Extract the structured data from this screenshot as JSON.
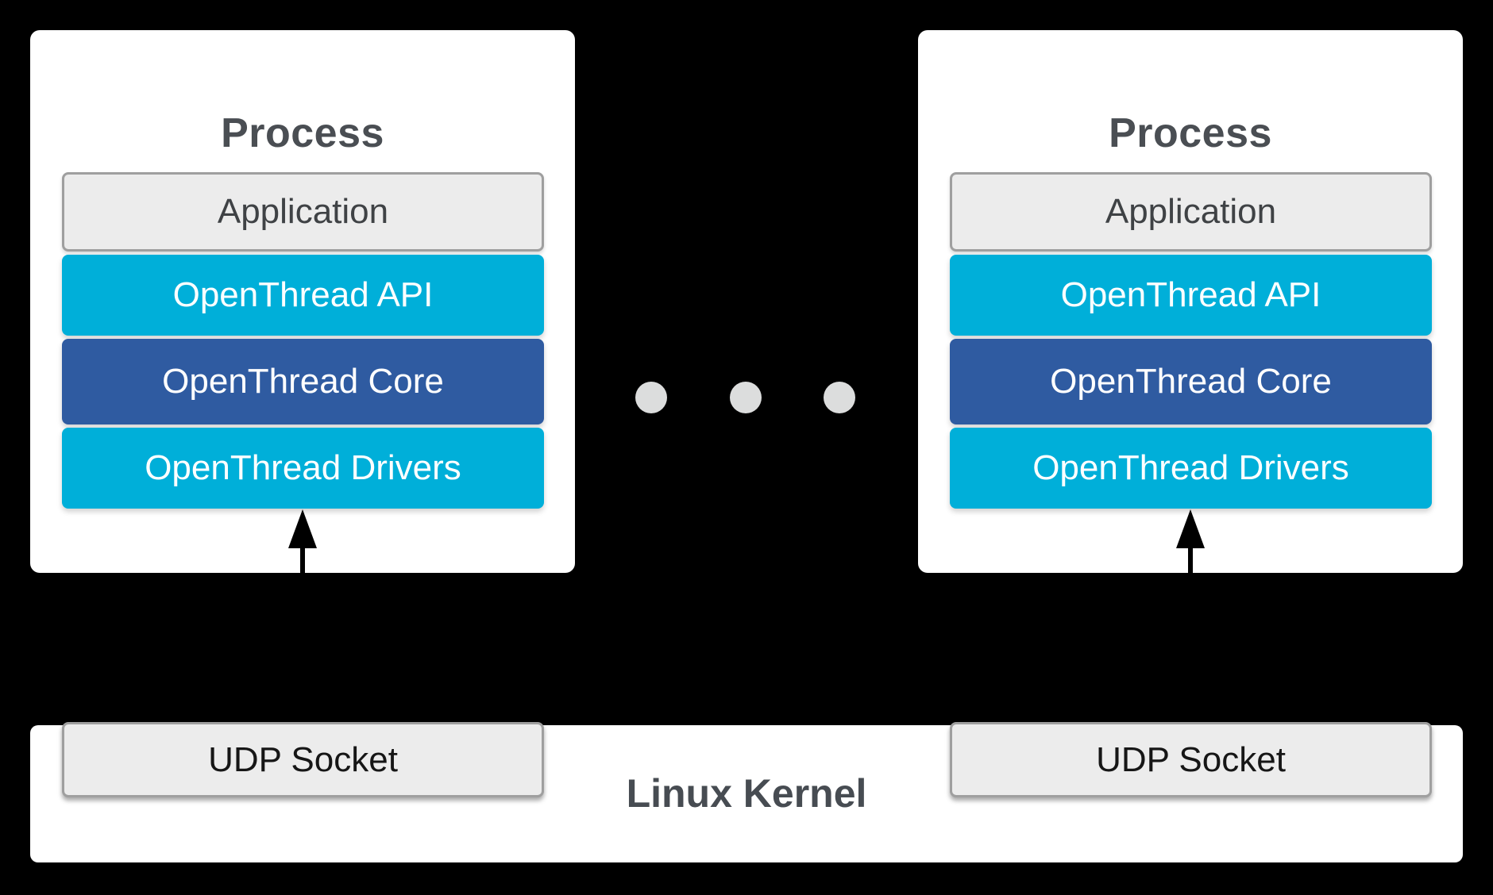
{
  "diagram": {
    "processes": [
      {
        "title": "Process",
        "layers": [
          {
            "label": "Application"
          },
          {
            "label": "OpenThread API"
          },
          {
            "label": "OpenThread Core"
          },
          {
            "label": "OpenThread Drivers"
          }
        ]
      },
      {
        "title": "Process",
        "layers": [
          {
            "label": "Application"
          },
          {
            "label": "OpenThread API"
          },
          {
            "label": "OpenThread Core"
          },
          {
            "label": "OpenThread Drivers"
          }
        ]
      }
    ],
    "ellipsis": {
      "dot_count": 3
    },
    "kernel": {
      "label": "Linux Kernel",
      "sockets": [
        {
          "label": "UDP Socket"
        },
        {
          "label": "UDP Socket"
        }
      ]
    },
    "colors": {
      "background": "#000000",
      "process_fill": "#FFFFFF",
      "layer_cyan": "#00AFD9",
      "layer_blue": "#2F5BA1",
      "layer_gray_fill": "#ECECEC",
      "box_border": "#9F9F9F",
      "title_text": "#4A4E53",
      "kernel_text": "#474C52",
      "dot": "#DCDDDD",
      "arrow": "#000000"
    }
  }
}
